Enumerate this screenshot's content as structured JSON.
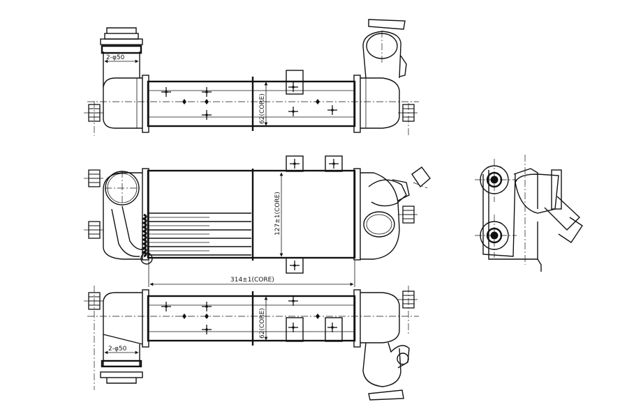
{
  "dimensions": {
    "top_core_height": "62(CORE)",
    "top_pipe_dia": "2-φ50",
    "front_core_height": "127±1(CORE)",
    "core_width": "314±1(CORE)",
    "bottom_core_height": "62(CORE)",
    "bottom_pipe_dia": "2-φ50"
  },
  "colors": {
    "line": "#111111",
    "background": "#ffffff"
  }
}
